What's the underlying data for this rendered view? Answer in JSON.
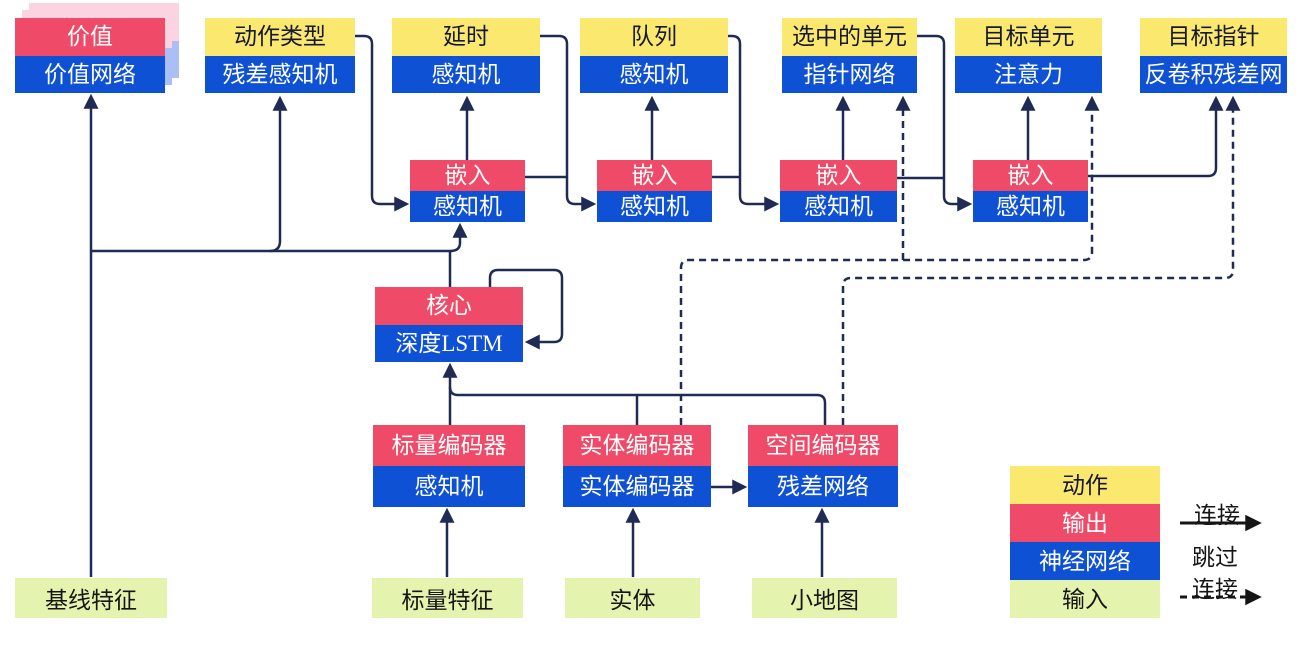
{
  "nodes": {
    "value_head": {
      "top": "价值",
      "bottom": "价值网络"
    },
    "action_type": {
      "top": "动作类型",
      "bottom": "残差感知机"
    },
    "delay": {
      "top": "延时",
      "bottom": "感知机"
    },
    "queue": {
      "top": "队列",
      "bottom": "感知机"
    },
    "selected_units": {
      "top": "选中的单元",
      "bottom": "指针网络"
    },
    "target_unit": {
      "top": "目标单元",
      "bottom": "注意力"
    },
    "target_point": {
      "top": "目标指针",
      "bottom": "反卷积残差网"
    },
    "embedding": {
      "top": "嵌入",
      "bottom": "感知机"
    },
    "core": {
      "top": "核心",
      "bottom": "深度LSTM"
    },
    "scalar_encoder": {
      "top": "标量编码器",
      "bottom": "感知机"
    },
    "entity_encoder": {
      "top": "实体编码器",
      "bottom": "实体编码器"
    },
    "spatial_encoder": {
      "top": "空间编码器",
      "bottom": "残差网络"
    },
    "baseline_features": "基线特征",
    "scalar_features": "标量特征",
    "entities": "实体",
    "minimap": "小地图"
  },
  "legend": {
    "action": "动作",
    "output": "输出",
    "neural_network": "神经网络",
    "input": "输入",
    "connection_label": "连接",
    "skip_label_line1": "跳过",
    "skip_label_line2": "连接"
  },
  "edges": [
    {
      "from": "baseline_features",
      "to": "value_head",
      "style": "solid"
    },
    {
      "from": "core",
      "to": "value_head",
      "style": "solid"
    },
    {
      "from": "core",
      "to": "action_type",
      "style": "solid"
    },
    {
      "from": "core",
      "to": "embedding_1",
      "style": "solid"
    },
    {
      "from": "core",
      "to": "core",
      "style": "solid-loop"
    },
    {
      "from": "action_type",
      "to": "embedding_1",
      "style": "solid"
    },
    {
      "from": "embedding_1",
      "to": "delay",
      "style": "solid"
    },
    {
      "from": "delay",
      "to": "embedding_2",
      "style": "solid"
    },
    {
      "from": "embedding_1",
      "to": "embedding_2",
      "style": "solid"
    },
    {
      "from": "embedding_2",
      "to": "queue",
      "style": "solid"
    },
    {
      "from": "queue",
      "to": "embedding_3",
      "style": "solid"
    },
    {
      "from": "embedding_2",
      "to": "embedding_3",
      "style": "solid"
    },
    {
      "from": "embedding_3",
      "to": "selected_units",
      "style": "solid"
    },
    {
      "from": "selected_units",
      "to": "embedding_4",
      "style": "solid"
    },
    {
      "from": "embedding_3",
      "to": "embedding_4",
      "style": "solid"
    },
    {
      "from": "embedding_4",
      "to": "target_unit",
      "style": "solid"
    },
    {
      "from": "embedding_4",
      "to": "target_point",
      "style": "solid"
    },
    {
      "from": "scalar_encoder",
      "to": "core",
      "style": "solid"
    },
    {
      "from": "entity_encoder",
      "to": "core",
      "style": "solid"
    },
    {
      "from": "spatial_encoder",
      "to": "core",
      "style": "solid"
    },
    {
      "from": "entity_encoder",
      "to": "spatial_encoder",
      "style": "solid"
    },
    {
      "from": "scalar_features",
      "to": "scalar_encoder",
      "style": "solid"
    },
    {
      "from": "entities",
      "to": "entity_encoder",
      "style": "solid"
    },
    {
      "from": "minimap",
      "to": "spatial_encoder",
      "style": "solid"
    },
    {
      "from": "entity_encoder",
      "to": "selected_units",
      "style": "dashed"
    },
    {
      "from": "entity_encoder",
      "to": "target_unit",
      "style": "dashed"
    },
    {
      "from": "spatial_encoder",
      "to": "target_point",
      "style": "dashed"
    }
  ],
  "colors": {
    "action_yellow": "#FAE96E",
    "output_pink": "#EF4A68",
    "network_blue": "#0E51D5",
    "input_green": "#E4F3AE",
    "wire_navy": "#1F2B55",
    "legend_arrow_black": "#151515",
    "stack_pale_pink": "#FCD3E1",
    "stack_pale_blue": "#AABFF5"
  }
}
